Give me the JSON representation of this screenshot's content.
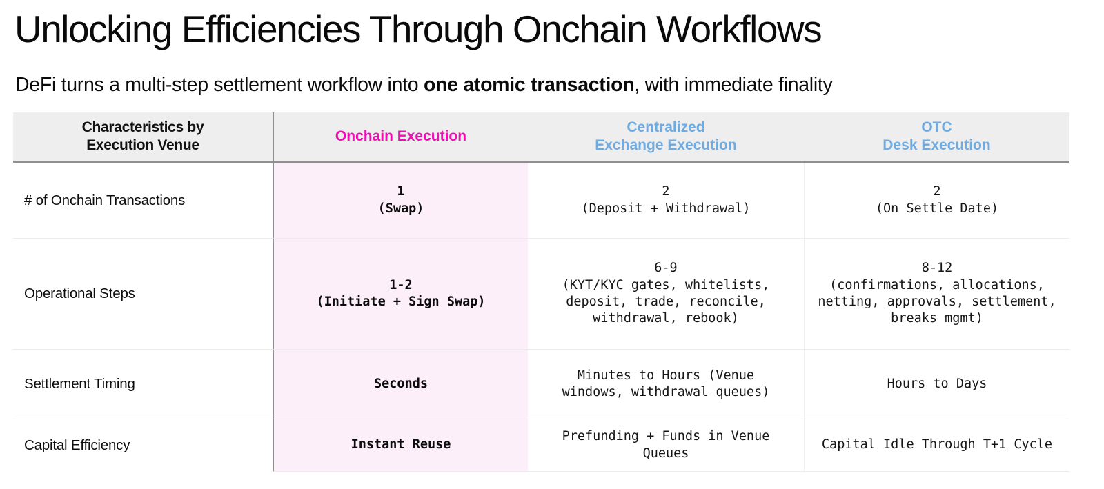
{
  "page": {
    "title": "Unlocking Efficiencies Through Onchain Workflows",
    "subtitle": {
      "prefix": "DeFi turns a multi-step settlement workflow into ",
      "bold": "one atomic transaction",
      "suffix": ", with immediate finality"
    }
  },
  "table": {
    "corner_label": "Characteristics by\nExecution Venue",
    "columns": [
      {
        "id": "onchain",
        "label": "Onchain Execution"
      },
      {
        "id": "cex",
        "label": "Centralized\nExchange Execution"
      },
      {
        "id": "otc",
        "label": "OTC\nDesk Execution"
      }
    ],
    "rows": [
      {
        "label": "# of Onchain Transactions",
        "onchain": "1\n(Swap)",
        "cex": "2\n(Deposit + Withdrawal)",
        "otc": "2\n(On Settle Date)"
      },
      {
        "label": "Operational Steps",
        "onchain": "1-2\n(Initiate + Sign Swap)",
        "cex": "6-9\n(KYT/KYC gates, whitelists,\ndeposit, trade, reconcile,\nwithdrawal, rebook)",
        "otc": "8-12\n(confirmations, allocations,\nnetting, approvals, settlement,\nbreaks mgmt)"
      },
      {
        "label": "Settlement Timing",
        "onchain": "Seconds",
        "cex": "Minutes to Hours (Venue\nwindows, withdrawal queues)",
        "otc": "Hours to Days"
      },
      {
        "label": "Capital Efficiency",
        "onchain": "Instant Reuse",
        "cex": "Prefunding + Funds in Venue\nQueues",
        "otc": "Capital Idle Through T+1 Cycle"
      }
    ]
  },
  "colors": {
    "accent_magenta": "#ee0fb2",
    "accent_blue": "#6fabe0",
    "onchain_cell_bg": "#fdeffa",
    "header_bg": "#eeeeee",
    "divider_dark": "#8f8f8f",
    "divider_light": "#ececec"
  }
}
